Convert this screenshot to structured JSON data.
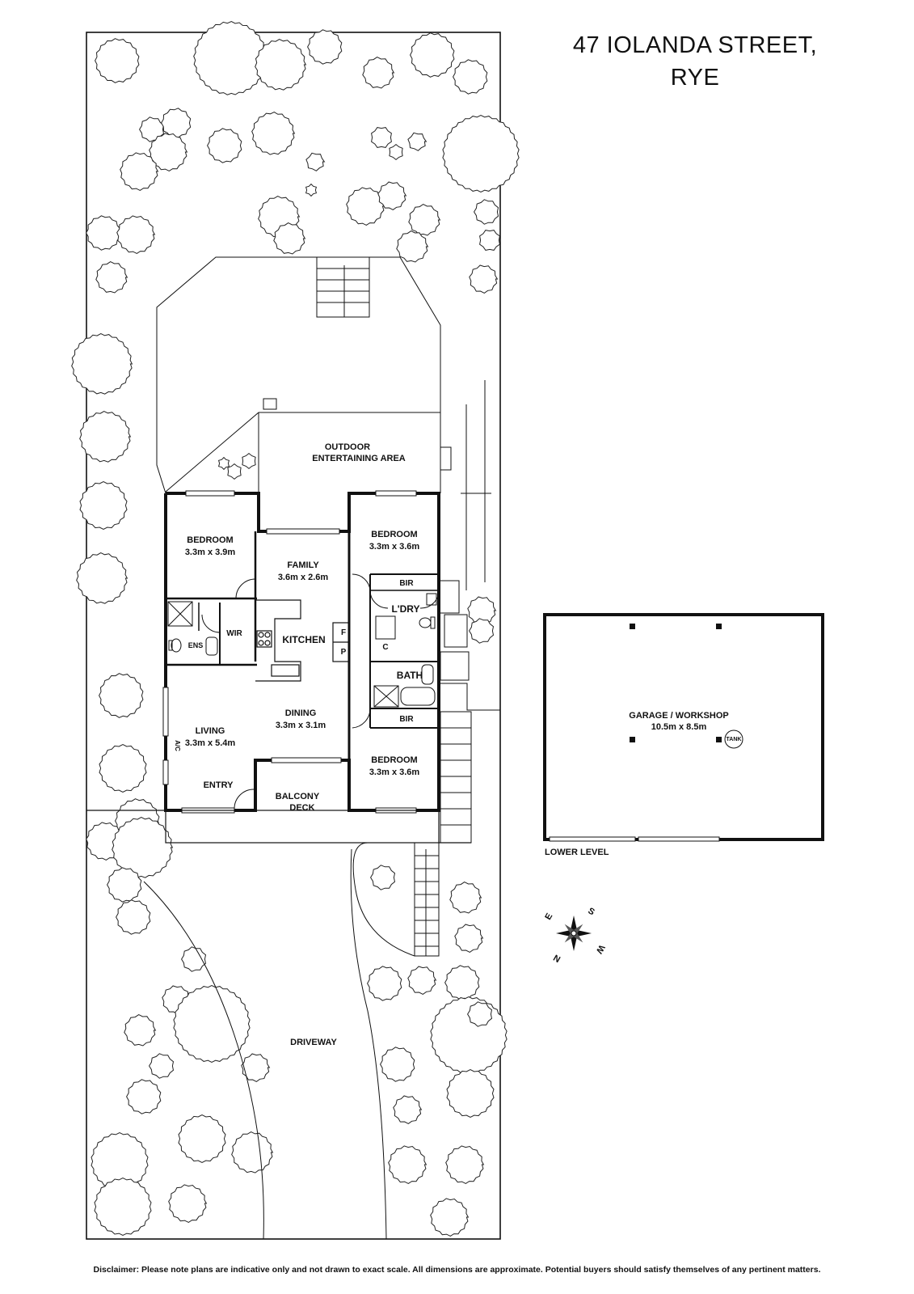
{
  "title": {
    "line1": "47 IOLANDA STREET,",
    "line2": "RYE"
  },
  "rooms": {
    "outdoor": {
      "line1": "OUTDOOR",
      "line2": "ENTERTAINING AREA"
    },
    "bedroom1": {
      "name": "BEDROOM",
      "size": "3.3m x 3.9m"
    },
    "family": {
      "name": "FAMILY",
      "size": "3.6m x 2.6m"
    },
    "bedroom2": {
      "name": "BEDROOM",
      "size": "3.3m x 3.6m"
    },
    "bir1": "BIR",
    "laundry": "L'DRY",
    "kitchen": "KITCHEN",
    "wir": "WIR",
    "ens": "ENS",
    "f": "F",
    "p": "P",
    "c": "C",
    "bath": "BATH",
    "dining": {
      "name": "DINING",
      "size": "3.3m x 3.1m"
    },
    "living": {
      "name": "LIVING",
      "size": "3.3m x 5.4m"
    },
    "ac": "A/C",
    "bir2": "BIR",
    "bedroom3": {
      "name": "BEDROOM",
      "size": "3.3m x 3.6m"
    },
    "entry": "ENTRY",
    "balcony": {
      "line1": "BALCONY",
      "line2": "DECK"
    },
    "driveway": "DRIVEWAY"
  },
  "garage": {
    "name": "GARAGE / WORKSHOP",
    "size": "10.5m x 8.5m",
    "tank": "TANK",
    "level": "LOWER LEVEL"
  },
  "compass": {
    "n": "N",
    "e": "E",
    "s": "S",
    "w": "W"
  },
  "disclaimer": "Disclaimer: Please note plans are indicative only and not drawn to exact scale. All dimensions are approximate. Potential buyers should satisfy themselves of any pertinent matters."
}
